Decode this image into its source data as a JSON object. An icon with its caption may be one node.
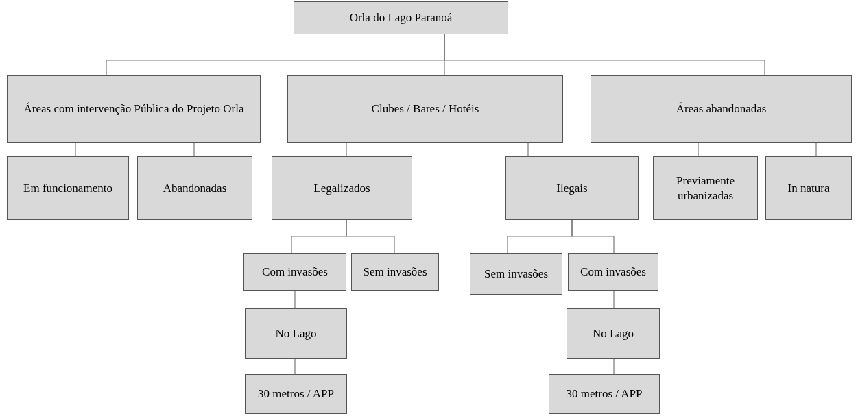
{
  "diagram": {
    "nodes": [
      {
        "text": [
          "Orla do Lago Paranoá"
        ]
      },
      {
        "text": [
          "Áreas com intervenção Pública do Projeto Orla"
        ]
      },
      {
        "text": [
          "Clubes / Bares / Hotéis"
        ]
      },
      {
        "text": [
          "Áreas abandonadas"
        ]
      },
      {
        "text": [
          "Em funcionamento"
        ]
      },
      {
        "text": [
          "Abandonadas"
        ]
      },
      {
        "text": [
          "Legalizados"
        ]
      },
      {
        "text": [
          "Ilegais"
        ]
      },
      {
        "text": [
          "Previamente urbanizadas"
        ]
      },
      {
        "text": [
          "In natura"
        ]
      },
      {
        "text": [
          "Com invasões"
        ]
      },
      {
        "text": [
          "Sem invasões"
        ]
      },
      {
        "text": [
          "Sem invasões"
        ]
      },
      {
        "text": [
          "Com invasões"
        ]
      },
      {
        "text": [
          "No Lago"
        ]
      },
      {
        "text": [
          "30 metros / APP"
        ]
      },
      {
        "text": [
          "No Lago"
        ]
      },
      {
        "text": [
          "30 metros / APP"
        ]
      }
    ],
    "edges": [
      {
        "from": 0,
        "to": 1,
        "arrow": "none"
      },
      {
        "from": 0,
        "to": 2,
        "arrow": "none"
      },
      {
        "from": 0,
        "to": 3,
        "arrow": "none"
      },
      {
        "from": 1,
        "to": 4,
        "arrow": "none"
      },
      {
        "from": 1,
        "to": 5,
        "arrow": "none"
      },
      {
        "from": 2,
        "to": 6,
        "arrow": "none"
      },
      {
        "from": 2,
        "to": 7,
        "arrow": "none"
      },
      {
        "from": 3,
        "to": 8,
        "arrow": "none"
      },
      {
        "from": 3,
        "to": 9,
        "arrow": "none"
      },
      {
        "from": 6,
        "to": 10,
        "arrow": "none"
      },
      {
        "from": 6,
        "to": 11,
        "arrow": "none"
      },
      {
        "from": 7,
        "to": 12,
        "arrow": "none"
      },
      {
        "from": 7,
        "to": 13,
        "arrow": "none"
      },
      {
        "from": 10,
        "to": 14,
        "arrow": "none"
      },
      {
        "from": 14,
        "to": 15,
        "arrow": "none"
      },
      {
        "from": 13,
        "to": 16,
        "arrow": "none"
      },
      {
        "from": 16,
        "to": 17,
        "arrow": "none"
      }
    ]
  }
}
